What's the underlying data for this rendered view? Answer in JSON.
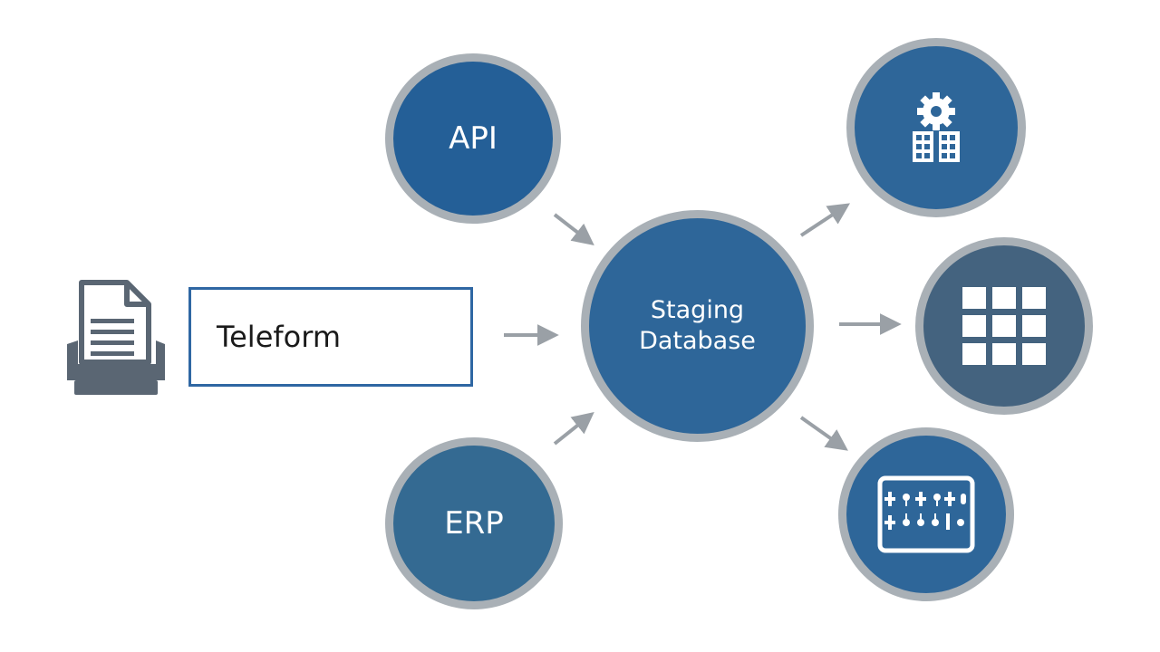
{
  "nodes": {
    "api": {
      "label": "API"
    },
    "erp": {
      "label": "ERP"
    },
    "staging": {
      "line1": "Staging",
      "line2": "Database"
    },
    "teleform": {
      "label": "Teleform"
    }
  },
  "outputs": {
    "top": {
      "icon": "gear-building-icon"
    },
    "middle": {
      "icon": "grid-icon"
    },
    "bottom": {
      "icon": "code-screen-icon"
    }
  },
  "input_icon": "document-scanner-icon",
  "colors": {
    "node_blue_dark": "#245f97",
    "node_blue_mid": "#2e6699",
    "node_slate": "#44637f",
    "node_erp": "#346a92",
    "ring_gray": "#a9b0b6",
    "arrow_gray": "#9aa0a6",
    "teleform_border": "#2f67a3",
    "scanner_gray": "#5a6673"
  }
}
